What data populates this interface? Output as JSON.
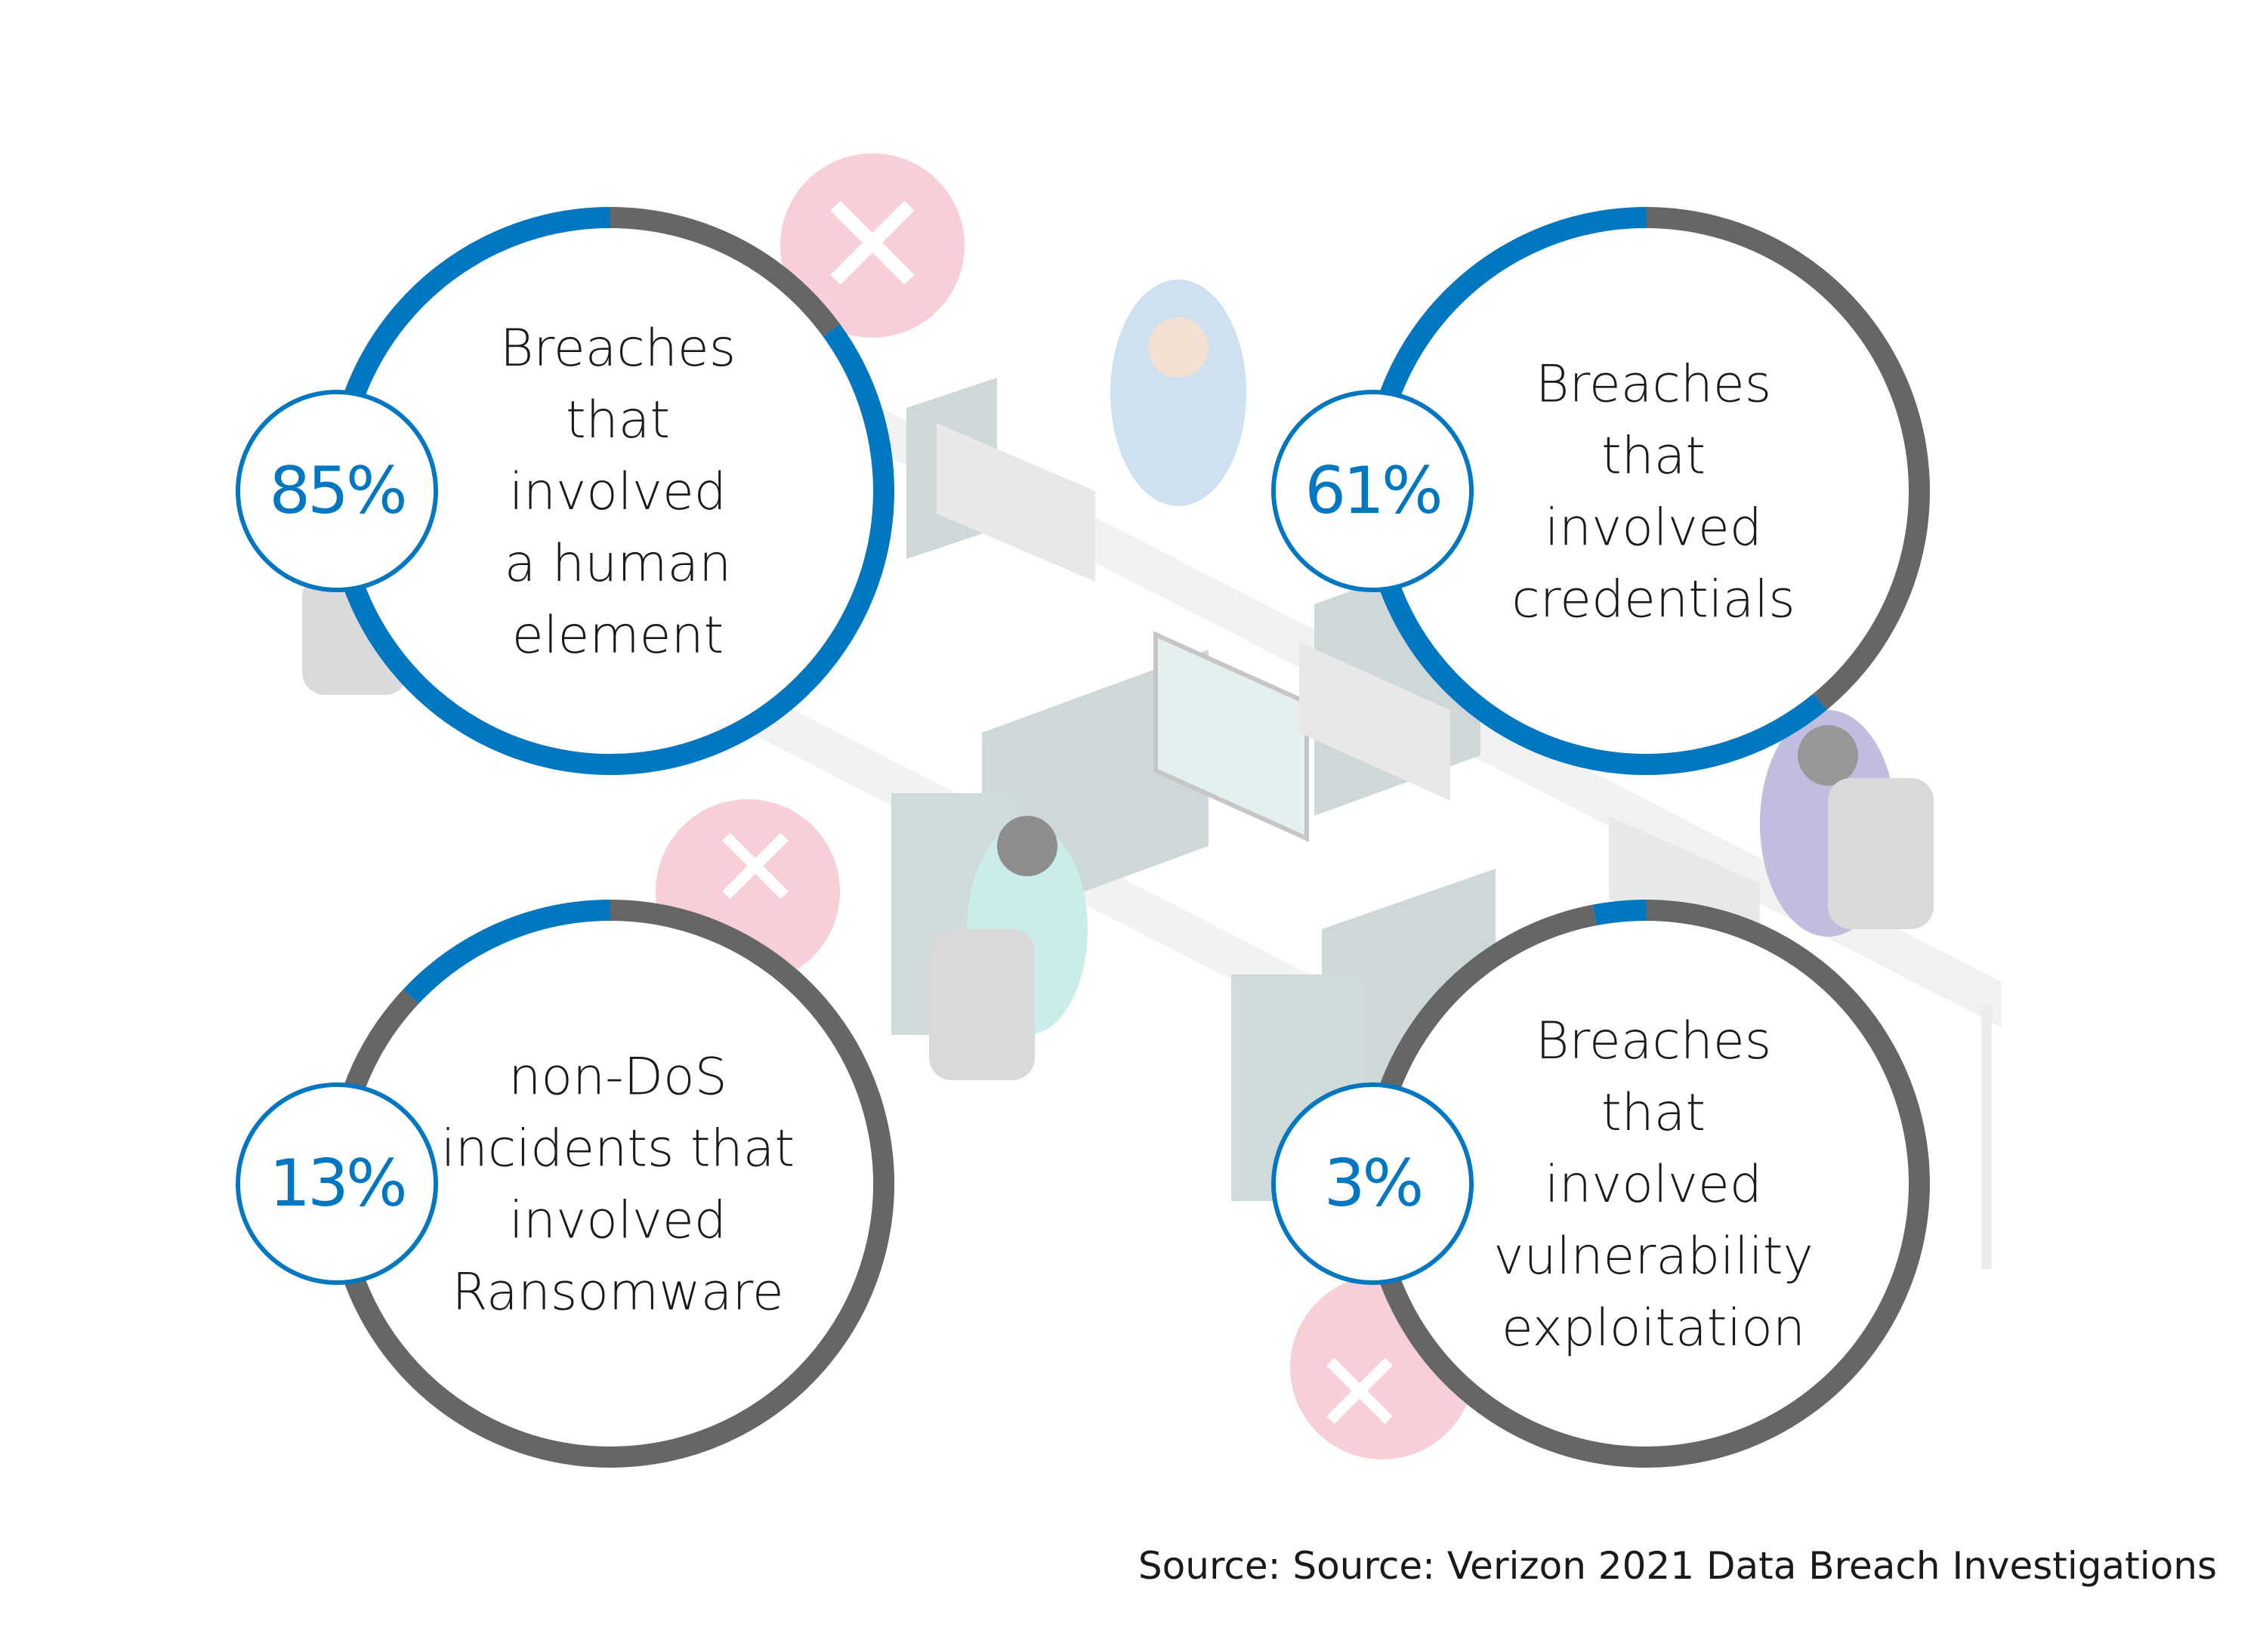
{
  "chart_data": {
    "type": "donut",
    "title": "",
    "items": [
      {
        "value": 85,
        "percent_label": "85%",
        "lines": [
          "Breaches",
          "that",
          "involved",
          "a human",
          "element"
        ]
      },
      {
        "value": 61,
        "percent_label": "61%",
        "lines": [
          "Breaches",
          "that",
          "involved",
          "credentials"
        ]
      },
      {
        "value": 13,
        "percent_label": "13%",
        "lines": [
          "non-DoS",
          "incidents that",
          "involved",
          "Ransomware"
        ]
      },
      {
        "value": 3,
        "percent_label": "3%",
        "lines": [
          "Breaches",
          "that",
          "involved",
          "vulnerability",
          "exploitation"
        ]
      }
    ],
    "max": 100
  },
  "colors": {
    "filled": "#0077c0",
    "remainder": "#666666",
    "badge": "#f6c3cc"
  },
  "source": "Source: Source: Verizon 2021 Data Breach Investigations"
}
